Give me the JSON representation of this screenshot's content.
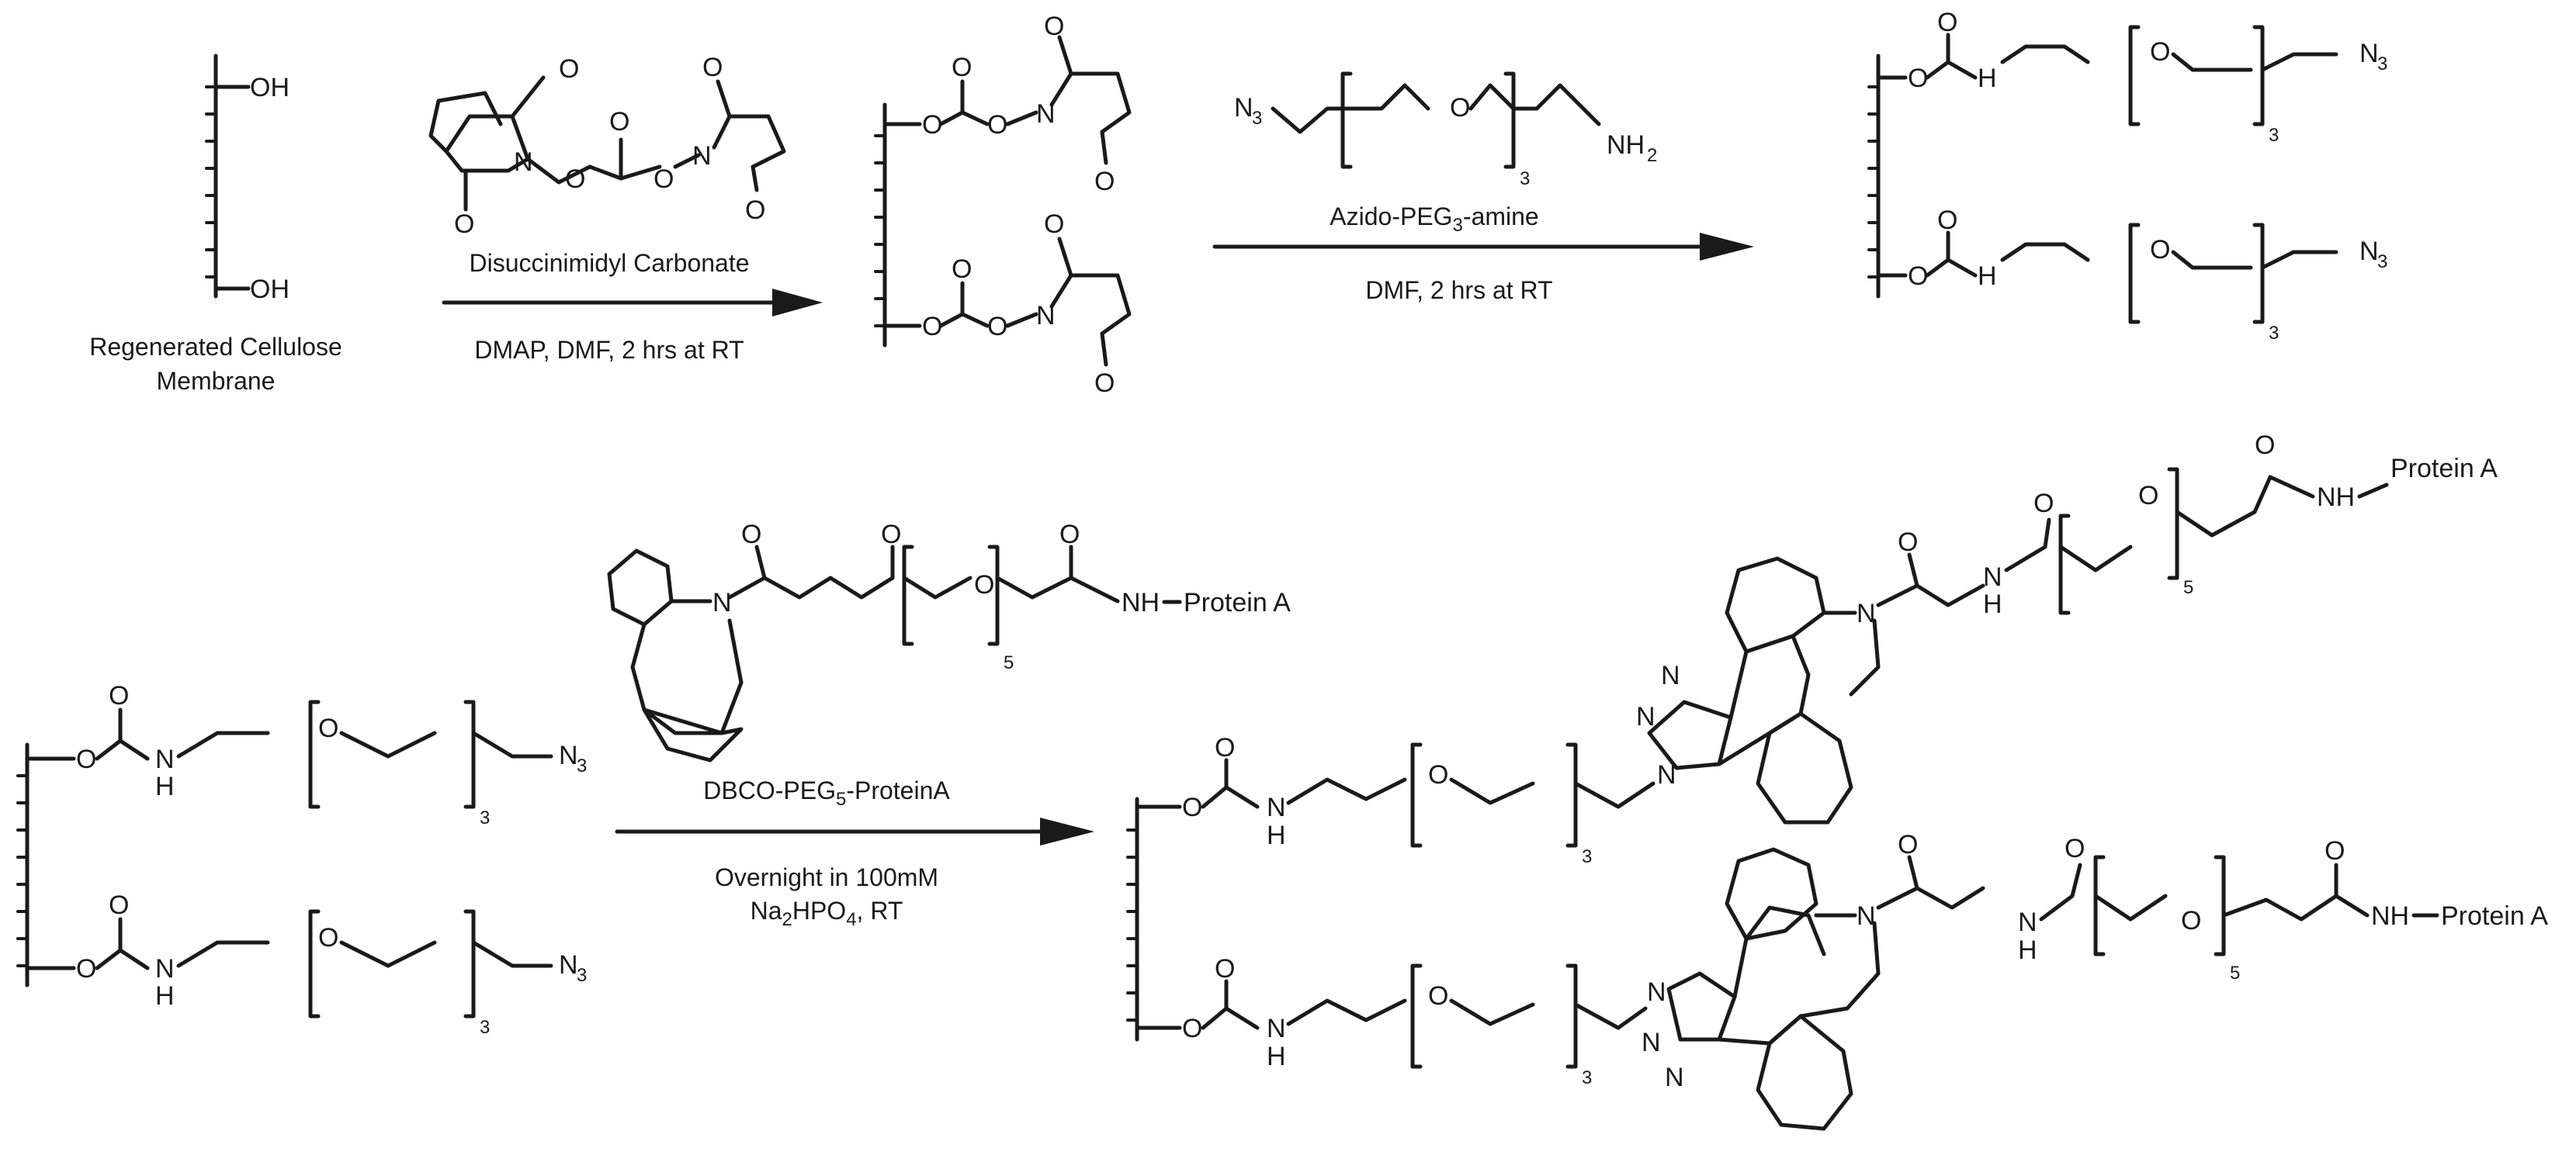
{
  "atoms": {
    "oxygen": "O",
    "hydroxyl": "OH",
    "nitrogen": "N",
    "amine_h": "H",
    "nh": "NH",
    "nh2": "NH",
    "nh2_sub": "2",
    "azide": "N",
    "azide_sub": "3",
    "protein": "Protein A"
  },
  "repeat_units": {
    "peg3": "3",
    "peg5": "5"
  },
  "reactants": {
    "membrane_line1": "Regenerated Cellulose",
    "membrane_line2": "Membrane"
  },
  "steps": [
    {
      "reagent": "Disuccinimidyl Carbonate",
      "conditions": "DMAP, DMF, 2 hrs at RT"
    },
    {
      "reagent_main": "Azido-PEG",
      "reagent_sub": "3",
      "reagent_tail": "-amine",
      "conditions": "DMF, 2 hrs at RT"
    },
    {
      "reagent_main": "DBCO-PEG",
      "reagent_sub": "5",
      "reagent_tail": "-ProteinA",
      "conditions_line1": "Overnight in 100mM",
      "conditions_line2_a": "Na",
      "conditions_line2_b": "2",
      "conditions_line2_c": "HPO",
      "conditions_line2_d": "4",
      "conditions_line2_e": ", RT"
    }
  ]
}
